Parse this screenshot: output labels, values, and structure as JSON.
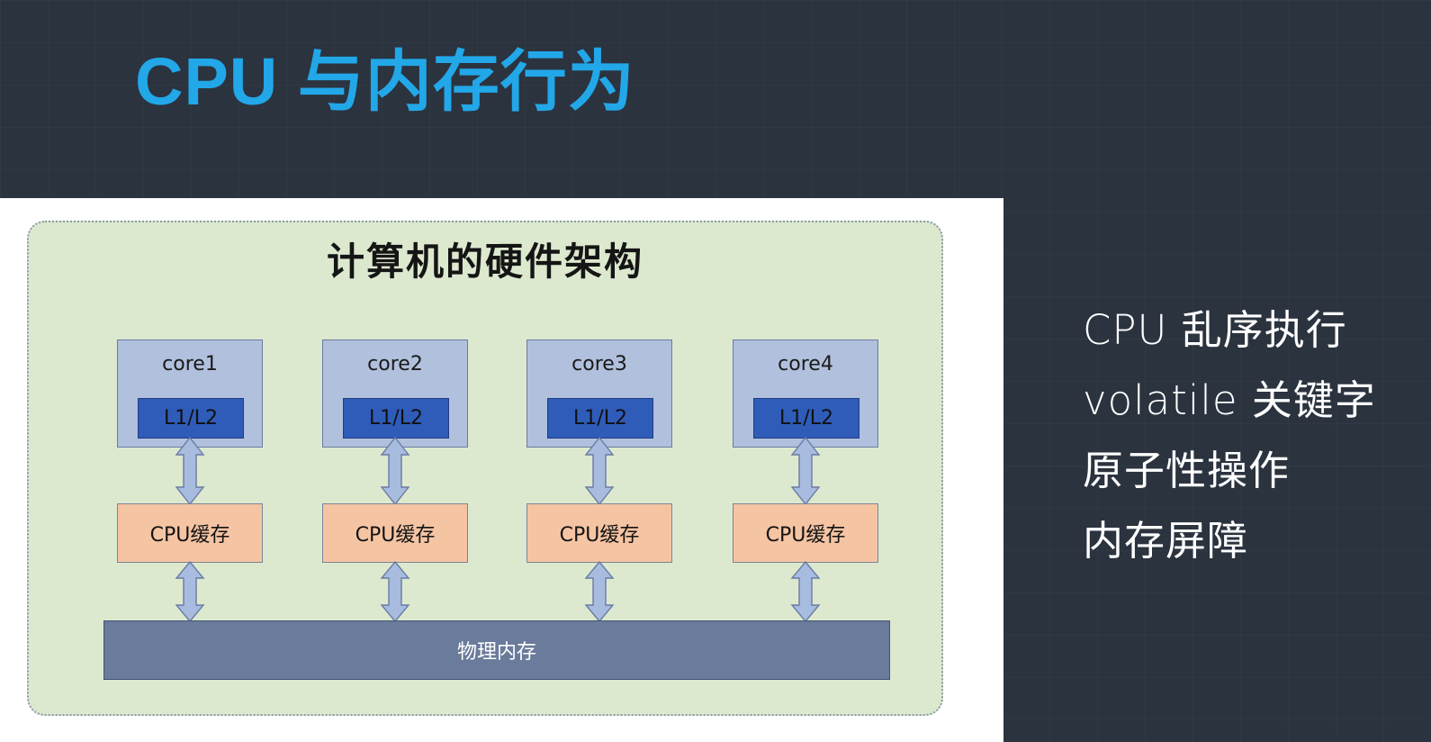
{
  "slide": {
    "title": "CPU 与内存行为",
    "title_color": "#22a7e8",
    "background_color": "#2b333f"
  },
  "figure": {
    "panel_background": "#ffffff",
    "diagram": {
      "title": "计算机的硬件架构",
      "background_color": "#dce9cf",
      "border_color": "#8a9aa6",
      "cores": [
        {
          "core_label": "core1",
          "cache_level_label": "L1/L2",
          "cpu_cache_label": "CPU缓存"
        },
        {
          "core_label": "core2",
          "cache_level_label": "L1/L2",
          "cpu_cache_label": "CPU缓存"
        },
        {
          "core_label": "core3",
          "cache_level_label": "L1/L2",
          "cpu_cache_label": "CPU缓存"
        },
        {
          "core_label": "core4",
          "cache_level_label": "L1/L2",
          "cpu_cache_label": "CPU缓存"
        }
      ],
      "memory_label": "物理内存",
      "colors": {
        "core_fill": "#b0c0dd",
        "core_border": "#6a7ba3",
        "l1l2_fill": "#2f5cb8",
        "l1l2_border": "#1f3e80",
        "cpu_cache_fill": "#f5c4a3",
        "cpu_cache_border": "#7e8496",
        "memory_fill": "#6a7b9b",
        "memory_border": "#3f5274",
        "arrow_fill": "#a7bcde",
        "arrow_border": "#6a7ba3"
      }
    }
  },
  "bullets": [
    {
      "text": "CPU 乱序执行"
    },
    {
      "text": "volatile 关键字"
    },
    {
      "text": "原子性操作"
    },
    {
      "text": "内存屏障"
    }
  ]
}
